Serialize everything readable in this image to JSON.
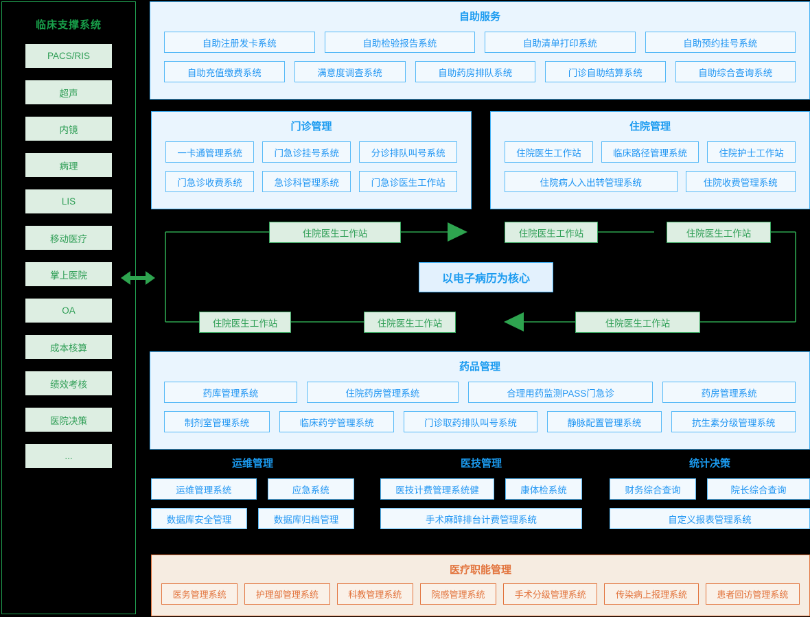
{
  "sidebar": {
    "title": "临床支撑系统",
    "items": [
      {
        "label": "PACS/RIS"
      },
      {
        "label": "超声"
      },
      {
        "label": "内镜"
      },
      {
        "label": "病理"
      },
      {
        "label": "LIS"
      },
      {
        "label": "移动医疗"
      },
      {
        "label": "掌上医院"
      },
      {
        "label": "OA"
      },
      {
        "label": "成本核算"
      },
      {
        "label": "绩效考核"
      },
      {
        "label": "医院决策"
      },
      {
        "label": "..."
      }
    ]
  },
  "connector": {
    "icon": "double-arrow-icon",
    "color": "#2ea44f"
  },
  "self_service": {
    "title": "自助服务",
    "row1": [
      "自助注册发卡系统",
      "自助检验报告系统",
      "自助清单打印系统",
      "自助预约挂号系统"
    ],
    "row2": [
      "自助充值缴费系统",
      "满意度调查系统",
      "自助药房排队系统",
      "门诊自助结算系统",
      "自助综合查询系统"
    ]
  },
  "outpatient": {
    "title": "门诊管理",
    "row1": [
      "一卡通管理系统",
      "门急诊挂号系统",
      "分诊排队叫号系统"
    ],
    "row2": [
      "门急诊收费系统",
      "急诊科管理系统",
      "门急诊医生工作站"
    ]
  },
  "inpatient": {
    "title": "住院管理",
    "row1": [
      "住院医生工作站",
      "临床路径管理系统",
      "住院护士工作站"
    ],
    "row2": [
      "住院病人入出转管理系统",
      "住院收费管理系统"
    ]
  },
  "emr": {
    "core": "以电子病历为核心",
    "nodes": [
      {
        "id": "n1",
        "label": "住院医生工作站"
      },
      {
        "id": "n2",
        "label": "住院医生工作站"
      },
      {
        "id": "n3",
        "label": "住院医生工作站"
      },
      {
        "id": "n4",
        "label": "住院医生工作站"
      },
      {
        "id": "n5",
        "label": "住院医生工作站"
      },
      {
        "id": "n6",
        "label": "住院医生工作站"
      }
    ]
  },
  "drug": {
    "title": "药品管理",
    "row1": [
      "药库管理系统",
      "住院药房管理系统",
      "合理用药监测PASS门急诊",
      "药房管理系统"
    ],
    "row2": [
      "制剂室管理系统",
      "临床药学管理系统",
      "门诊取药排队叫号系统",
      "静脉配置管理系统",
      "抗生素分级管理系统"
    ]
  },
  "ops": {
    "title": "运维管理",
    "row1": [
      "运维管理系统",
      "应急系统"
    ],
    "row2": [
      "数据库安全管理",
      "数据库归档管理"
    ]
  },
  "tech": {
    "title": "医技管理",
    "row1": [
      "医技计费管理系统健",
      "康体检系统"
    ],
    "row2": [
      "手术麻醉排台计费管理系统"
    ]
  },
  "stat": {
    "title": "统计决策",
    "row1": [
      "财务综合查询",
      "院长综合查询"
    ],
    "row2": [
      "自定义报表管理系统"
    ]
  },
  "func": {
    "title": "医疗职能管理",
    "row1": [
      "医务管理系统",
      "护理部管理系统",
      "科教管理系统",
      "院感管理系统",
      "手术分级管理系统",
      "传染病上报理系统",
      "患者回访管理系统"
    ]
  },
  "colors": {
    "green_accent": "#2e9e55",
    "green_border": "#21a453",
    "green_fill": "#ddeee2",
    "blue_accent": "#1b9bf0",
    "blue_border": "#41b0f5",
    "blue_fill": "#eaf5fe",
    "orange_accent": "#e2733c",
    "orange_fill": "#f6ece1",
    "background": "#000000"
  }
}
